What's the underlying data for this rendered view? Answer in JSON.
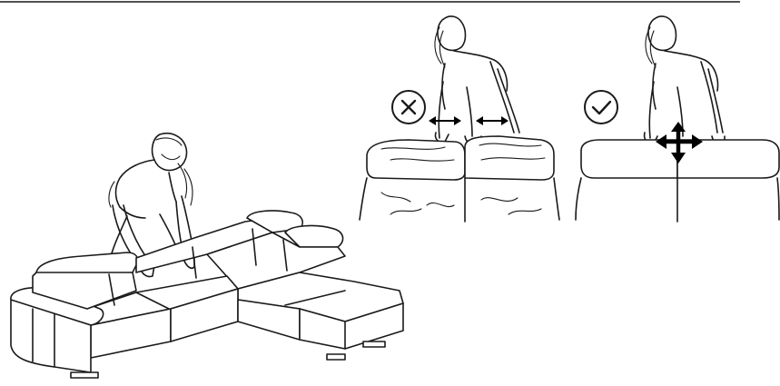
{
  "colors": {
    "background": "#ffffff",
    "line": "#1a1a1a"
  },
  "icons": {
    "wrong": "cross-circle-icon",
    "correct": "check-circle-icon"
  },
  "panels": [
    {
      "id": "overview",
      "depicts": "corner-sofa"
    },
    {
      "id": "incorrect",
      "icon": "cross-circle-icon",
      "arrows": "horizontal-double-arrow"
    },
    {
      "id": "correct",
      "icon": "check-circle-icon",
      "arrows": "four-way-arrow"
    }
  ]
}
